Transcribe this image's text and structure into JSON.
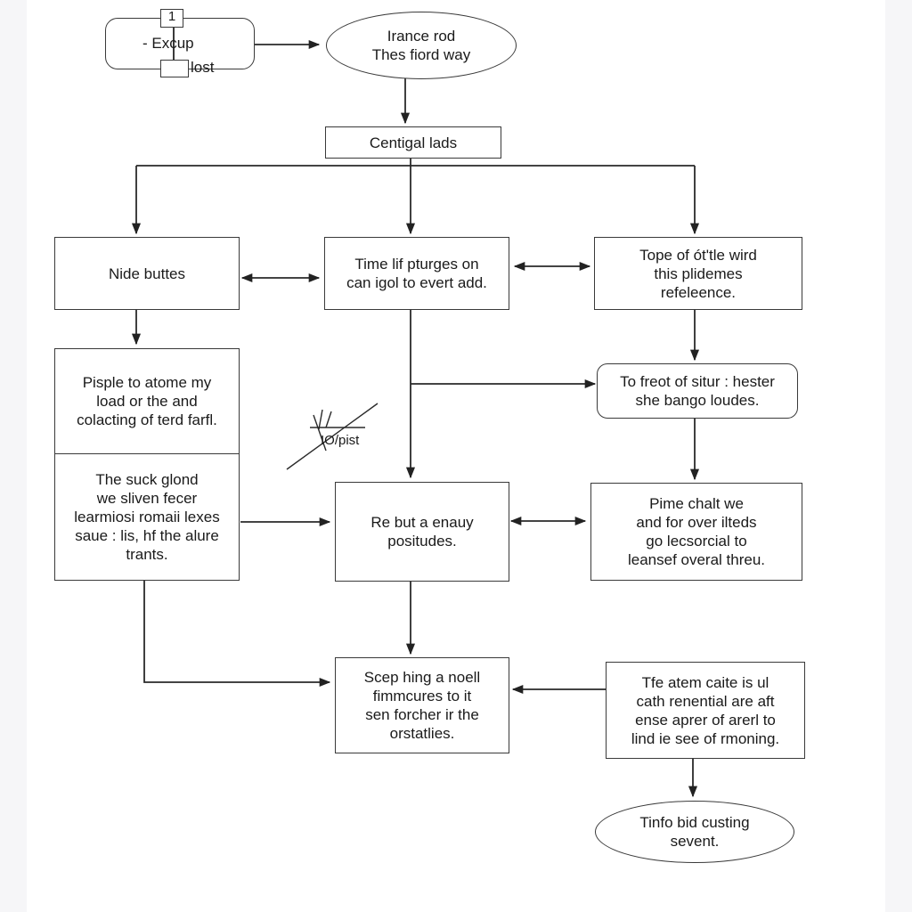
{
  "legend": {
    "top_box": "1",
    "line1": "- Excup",
    "line2": "lost"
  },
  "nodes": {
    "start": "Irance rod\nThes fiord way",
    "central": "Centigal lads",
    "left1": "Nide buttes",
    "mid1": "Time lif pturges on\ncan igol to evert add.",
    "right1": "Tope of ót'tle wird\nthis plidemes\nrefeleence.",
    "left2_top": "Pisple to atome my\nload or the and\ncolacting of terd farfl.",
    "left2_bottom": "The suck glond\nwe sliven fecer\nlearmiosi romaii lexes\nsaue : lis, hf the alure\ntrants.",
    "right2": "To freot of situr : hester\nshe bango loudes.",
    "mid2": "Re but a enauy\npositudes.",
    "right3": "Pime chalt we\nand for over ilteds\ngo lecsorcial to\nleansef overal threu.",
    "mid3": "Scep hing a noell\nfimmcures to it\nsen forcher ir the\norstatlies.",
    "right4": "Tfe atem caite is ul\ncath renential are aft\nense aprer of arerl to\nlind ie see of rmoning.",
    "end": "Tinfo bid custing\nsevent."
  },
  "annotation": "IO/pist"
}
